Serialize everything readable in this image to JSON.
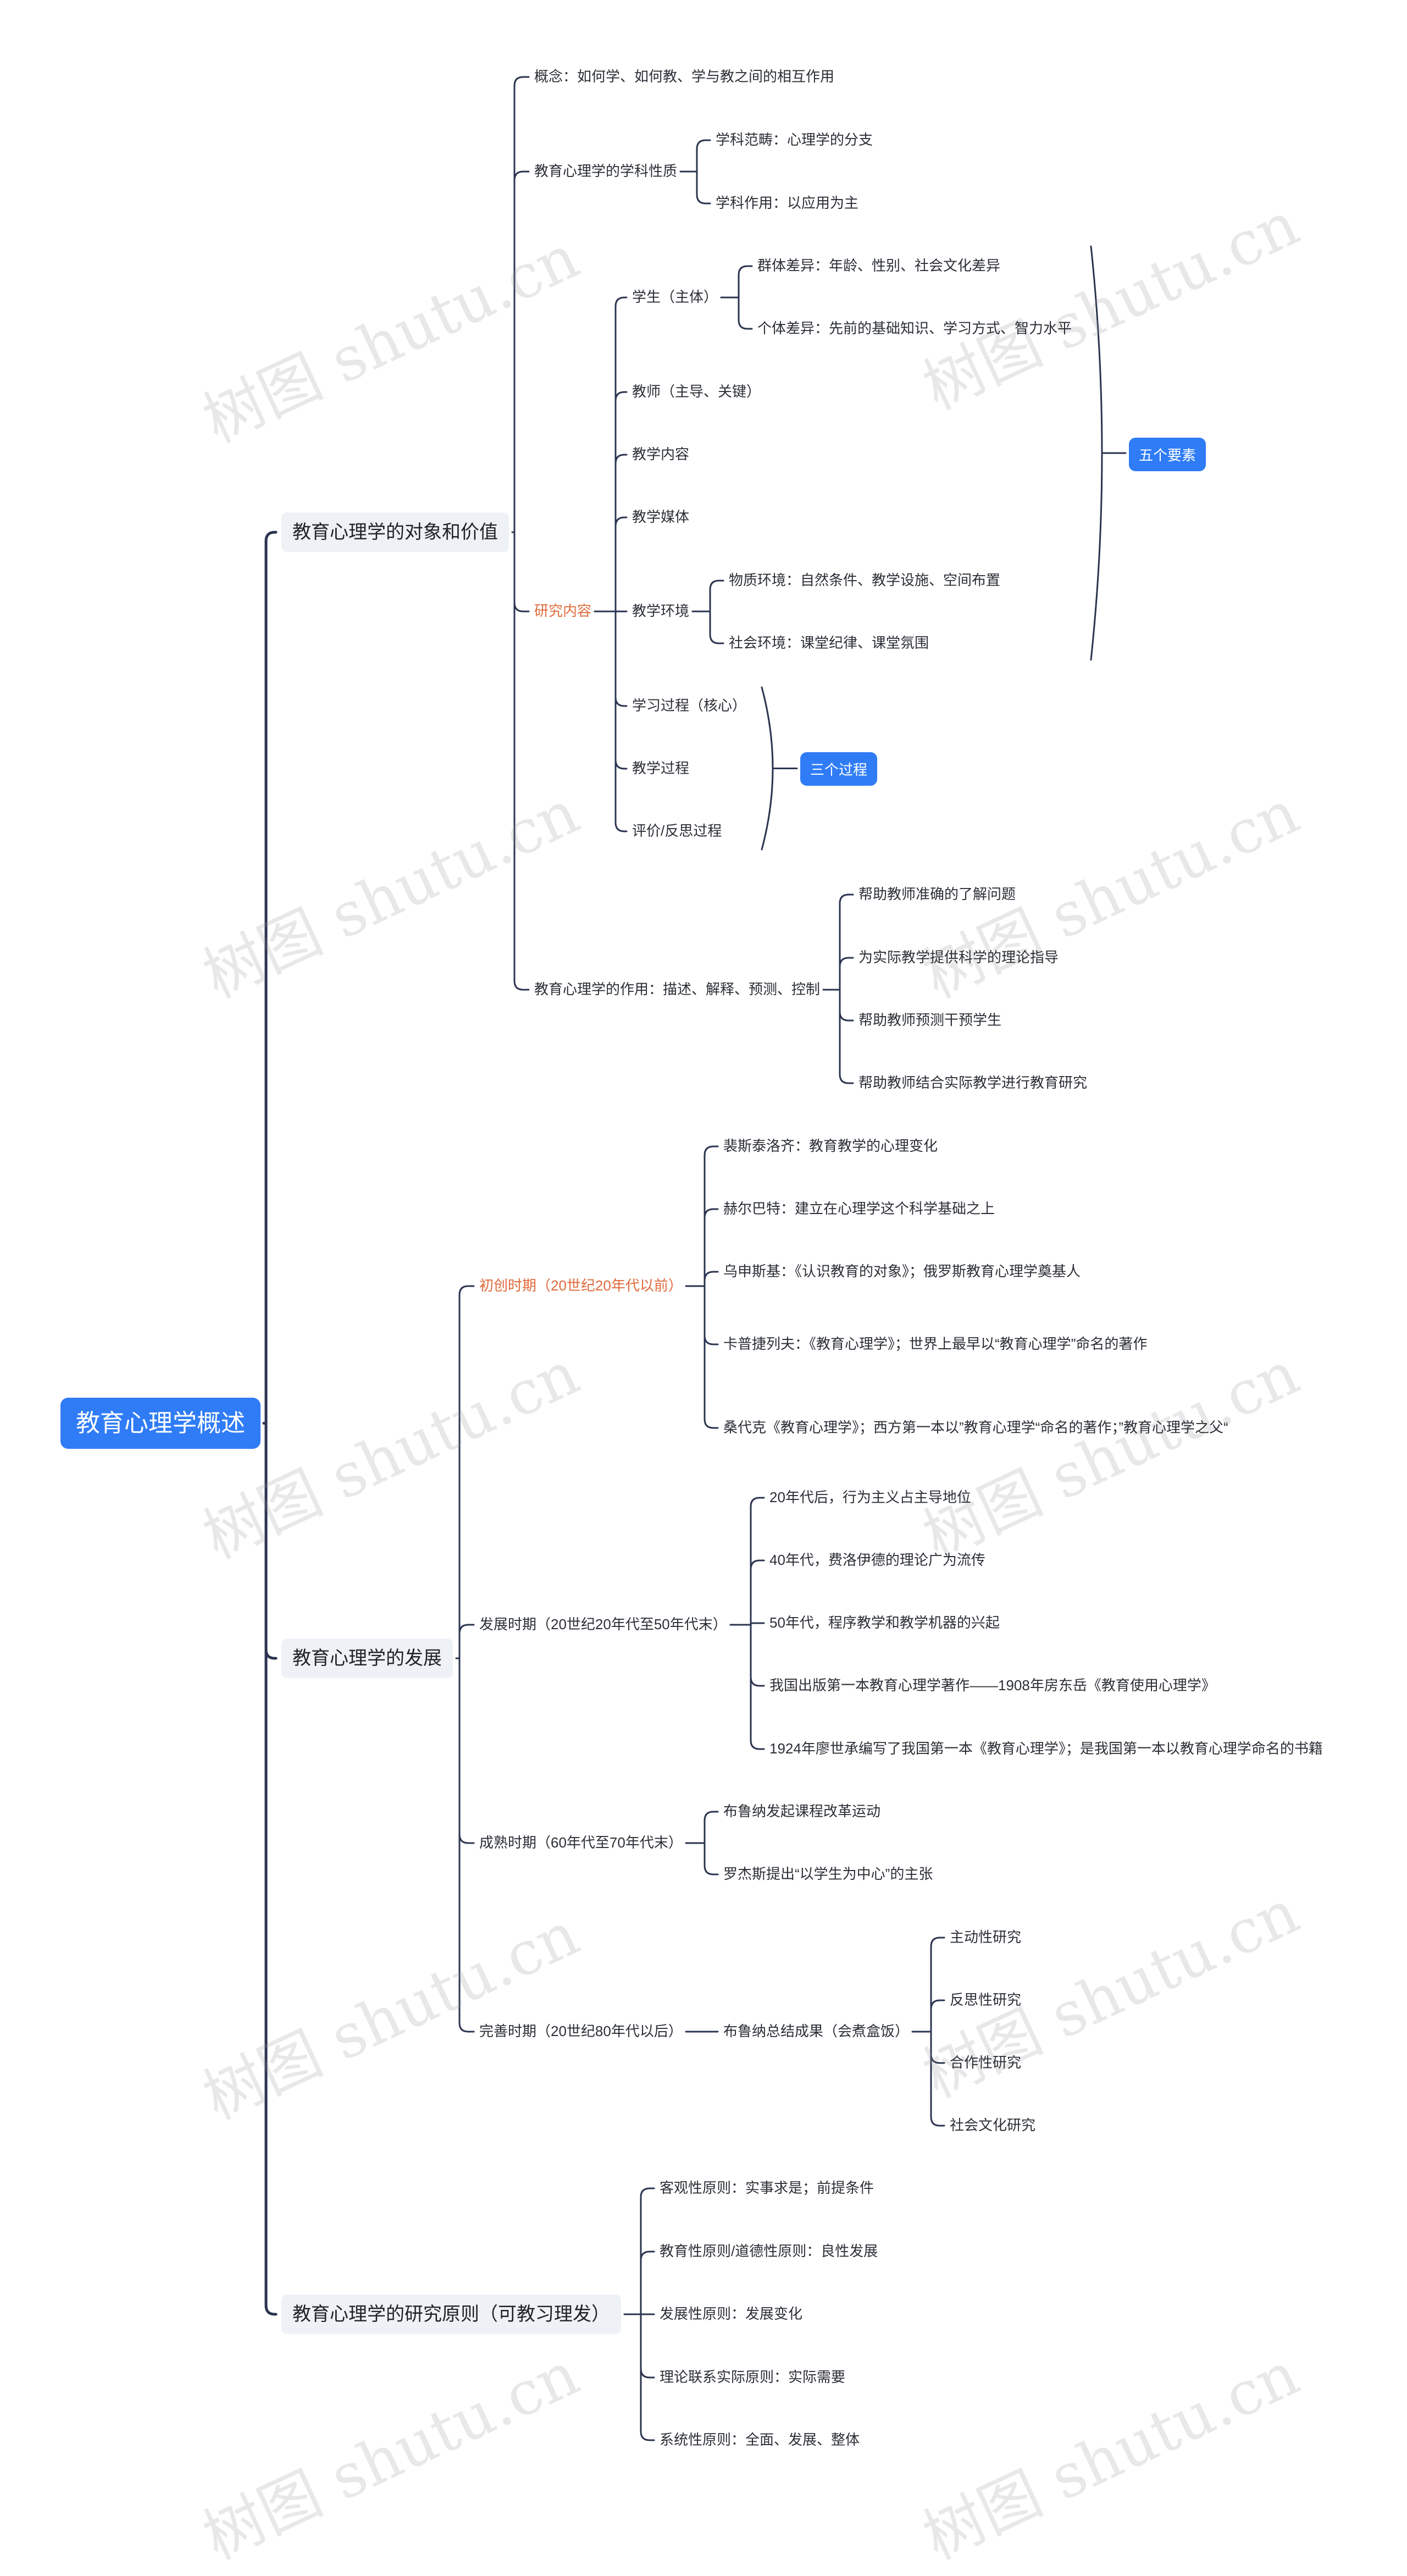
{
  "root": {
    "label": "教育心理学概述"
  },
  "sections": [
    {
      "label": "教育心理学的对象和价值",
      "children": [
        {
          "label": "概念：如何学、如何教、学与教之间的相互作用"
        },
        {
          "label": "教育心理学的学科性质",
          "children": [
            {
              "label": "学科范畴：心理学的分支"
            },
            {
              "label": "学科作用：以应用为主"
            }
          ]
        },
        {
          "label": "研究内容",
          "accent": true,
          "children": [
            {
              "label": "学生（主体）",
              "children": [
                {
                  "label": "群体差异：年龄、性别、社会文化差异"
                },
                {
                  "label": "个体差异：先前的基础知识、学习方式、智力水平"
                }
              ]
            },
            {
              "label": "教师（主导、关键）"
            },
            {
              "label": "教学内容"
            },
            {
              "label": "教学媒体"
            },
            {
              "label": "教学环境",
              "children": [
                {
                  "label": "物质环境：自然条件、教学设施、空间布置"
                },
                {
                  "label": "社会环境：课堂纪律、课堂氛围"
                }
              ]
            },
            {
              "label": "学习过程（核心）"
            },
            {
              "label": "教学过程"
            },
            {
              "label": "评价/反思过程"
            }
          ]
        },
        {
          "label": "教育心理学的作用：描述、解释、预测、控制",
          "children": [
            {
              "label": "帮助教师准确的了解问题"
            },
            {
              "label": "为实际教学提供科学的理论指导"
            },
            {
              "label": "帮助教师预测干预学生"
            },
            {
              "label": "帮助教师结合实际教学进行教育研究"
            }
          ]
        }
      ]
    },
    {
      "label": "教育心理学的发展",
      "children": [
        {
          "label": "初创时期（20世纪20年代以前）",
          "accent": true,
          "children": [
            {
              "label": "裴斯泰洛齐：教育教学的心理变化"
            },
            {
              "label": "赫尔巴特：建立在心理学这个科学基础之上"
            },
            {
              "label": "乌申斯基：《认识教育的对象》；俄罗斯教育心理学奠基人"
            },
            {
              "label": "卡普捷列夫：《教育心理学》；世界上最早以“教育心理学”命名的著作"
            },
            {
              "label": "桑代克《教育心理学》；西方第一本以”教育心理学“命名的著作；”教育心理学之父“"
            }
          ]
        },
        {
          "label": "发展时期（20世纪20年代至50年代末）",
          "children": [
            {
              "label": "20年代后，行为主义占主导地位"
            },
            {
              "label": "40年代，费洛伊德的理论广为流传"
            },
            {
              "label": "50年代，程序教学和教学机器的兴起"
            },
            {
              "label": "我国出版第一本教育心理学著作——1908年房东岳《教育使用心理学》"
            },
            {
              "label": "1924年廖世承编写了我国第一本《教育心理学》；是我国第一本以教育心理学命名的书籍"
            }
          ]
        },
        {
          "label": "成熟时期（60年代至70年代末）",
          "children": [
            {
              "label": "布鲁纳发起课程改革运动"
            },
            {
              "label": "罗杰斯提出“以学生为中心”的主张"
            }
          ]
        },
        {
          "label": "完善时期（20世纪80年代以后）",
          "children": [
            {
              "label": "布鲁纳总结成果（会煮盒饭）",
              "children": [
                {
                  "label": "主动性研究"
                },
                {
                  "label": "反思性研究"
                },
                {
                  "label": "合作性研究"
                },
                {
                  "label": "社会文化研究"
                }
              ]
            }
          ]
        }
      ]
    },
    {
      "label": "教育心理学的研究原则（可教习理发）",
      "children": [
        {
          "label": "客观性原则：实事求是；前提条件"
        },
        {
          "label": "教育性原则/道德性原则：良性发展"
        },
        {
          "label": "发展性原则：发展变化"
        },
        {
          "label": "理论联系实际原则：实际需要"
        },
        {
          "label": "系统性原则：全面、发展、整体"
        }
      ]
    }
  ],
  "summaries": [
    {
      "label": "五个要素"
    },
    {
      "label": "三个过程"
    }
  ],
  "watermark": "树图 shutu.cn",
  "colors": {
    "root": "#2f7cf6",
    "line": "#2b3450",
    "accent": "#e06a3b",
    "section_bg": "#eef1f6"
  }
}
